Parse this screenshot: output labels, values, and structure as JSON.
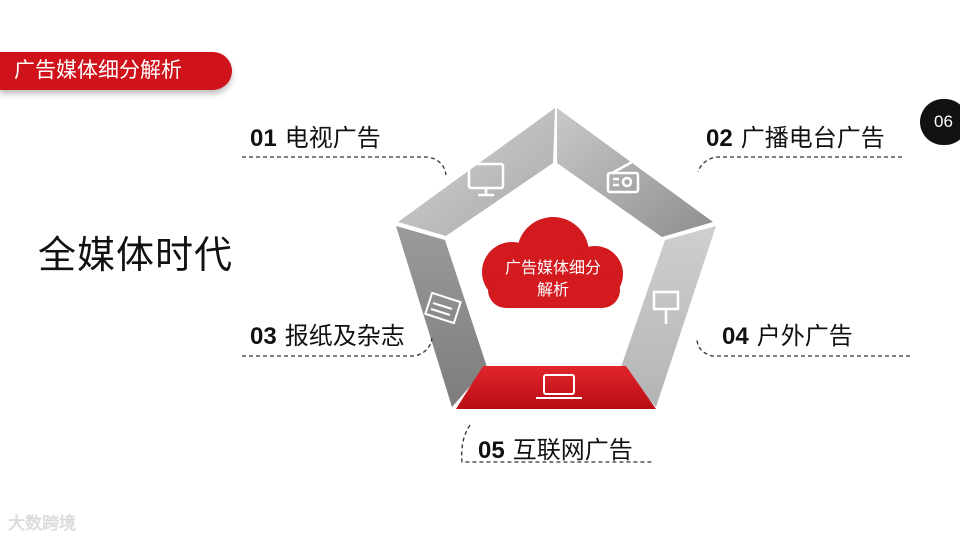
{
  "header": {
    "title": "广告媒体细分解析",
    "page_number": "06"
  },
  "main": {
    "era_title": "全媒体时代",
    "center_label_line1": "广告媒体细分",
    "center_label_line2": "解析",
    "items": [
      {
        "num": "01",
        "label": "电视广告",
        "icon": "tv-icon"
      },
      {
        "num": "02",
        "label": "广播电台广告",
        "icon": "radio-icon"
      },
      {
        "num": "03",
        "label": "报纸及杂志",
        "icon": "newspaper-icon"
      },
      {
        "num": "04",
        "label": "户外广告",
        "icon": "billboard-icon"
      },
      {
        "num": "05",
        "label": "互联网广告",
        "icon": "laptop-icon"
      }
    ]
  },
  "watermark": "大数跨境",
  "colors": {
    "accent": "#d0121b",
    "segment_light": "#c3c3c3",
    "segment_mid": "#a8a8a8",
    "segment_dark": "#8f8f8f"
  }
}
